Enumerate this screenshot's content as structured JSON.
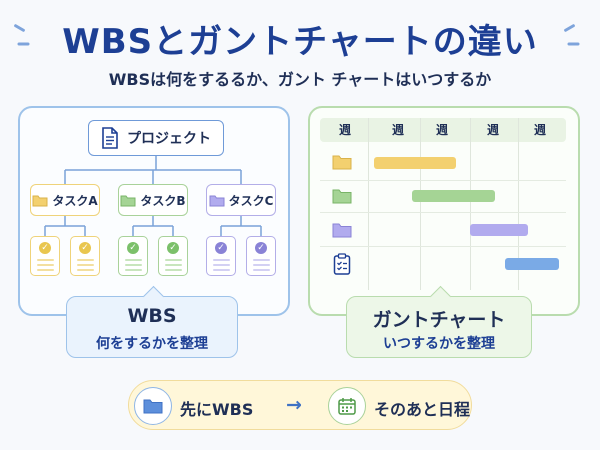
{
  "title": "WBSとガントチャートの違い",
  "subtitle": "WBSは何をするるか、ガント チャートはいつするか",
  "wbs": {
    "project": "プロジェクト",
    "tasks": [
      "タスクA",
      "タスクB",
      "タスクC"
    ],
    "callout_title": "WBS",
    "callout_sub": "何をするかを整理"
  },
  "gantt": {
    "headers": [
      "週",
      "週",
      "週",
      "週",
      "週"
    ],
    "callout_title": "ガントチャート",
    "callout_sub": "いつするかを整理"
  },
  "bottom": {
    "left": "先にWBS",
    "arrow": "→",
    "right": "そのあと日程"
  },
  "colors": {
    "title": "#1d3f94",
    "yellow": "#f3d06f",
    "green": "#9ccf8c",
    "purple": "#a9a3ec",
    "blue": "#7aaae6"
  }
}
